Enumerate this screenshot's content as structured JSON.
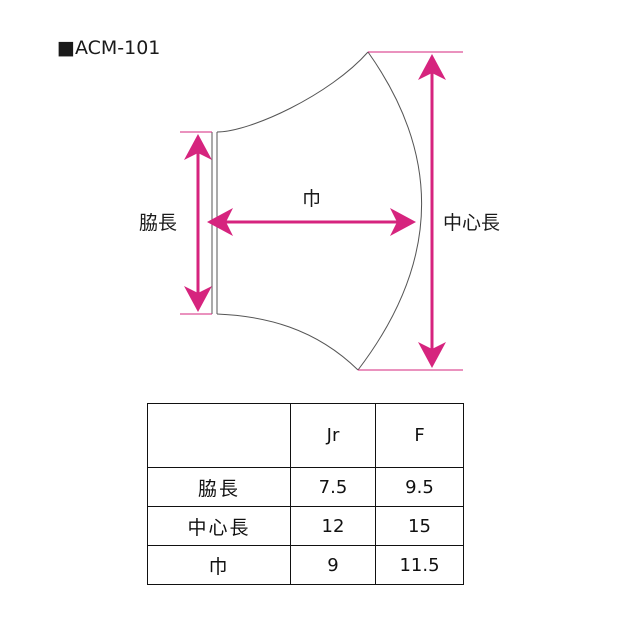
{
  "product_code": "■ACM-101",
  "labels": {
    "side_length": "脇長",
    "width": "巾",
    "center_length": "中心長"
  },
  "colors": {
    "arrow": "#d6247e",
    "outline": "#555555"
  },
  "size_table": {
    "header": [
      "",
      "Jr",
      "F"
    ],
    "rows": [
      {
        "label": "脇長",
        "jr": "7.5",
        "f": "9.5"
      },
      {
        "label": "中心長",
        "jr": "12",
        "f": "15"
      },
      {
        "label": "巾",
        "jr": "9",
        "f": "11.5"
      }
    ]
  }
}
